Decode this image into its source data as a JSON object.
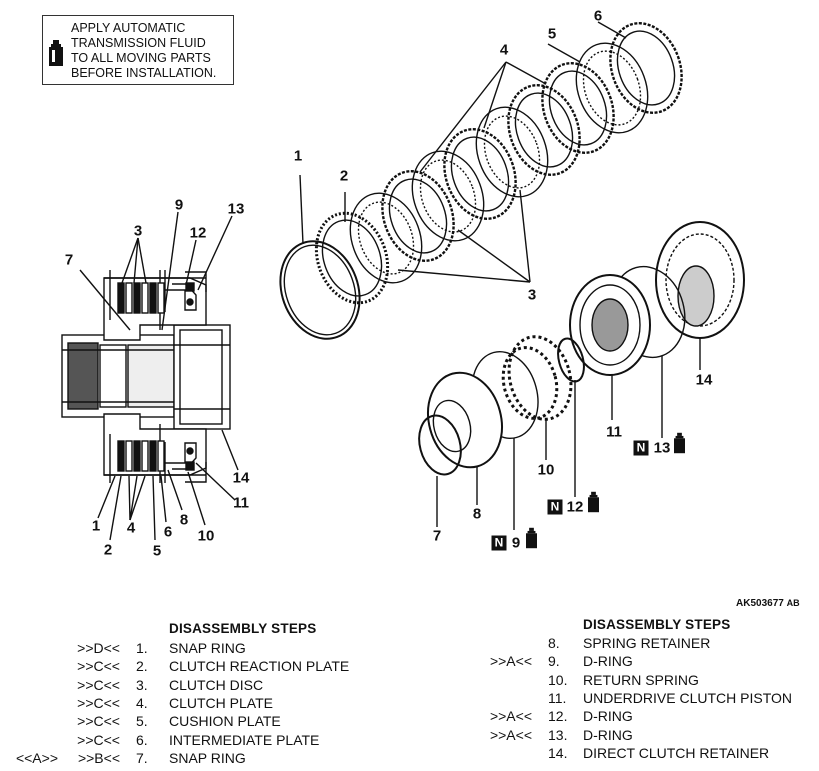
{
  "note": {
    "text": "APPLY AUTOMATIC\nTRANSMISSION FLUID\nTO ALL MOVING PARTS\nBEFORE INSTALLATION.",
    "icon": "fluid-bottle-icon"
  },
  "figure_id": "AK503677",
  "figure_suffix": "AB",
  "callouts": {
    "c1": "1",
    "c2": "2",
    "c3": "3",
    "c4": "4",
    "c5": "5",
    "c6": "6",
    "c7": "7",
    "c8": "8",
    "c9": "9",
    "c10": "10",
    "c11": "11",
    "c12": "12",
    "c13": "13",
    "c14": "14",
    "n_badge": "N"
  },
  "steps_left": {
    "title": "DISASSEMBLY STEPS",
    "items": [
      {
        "mark_a": "",
        "mark_b": ">>D<<",
        "num": "1.",
        "name": "SNAP RING"
      },
      {
        "mark_a": "",
        "mark_b": ">>C<<",
        "num": "2.",
        "name": "CLUTCH REACTION PLATE"
      },
      {
        "mark_a": "",
        "mark_b": ">>C<<",
        "num": "3.",
        "name": "CLUTCH DISC"
      },
      {
        "mark_a": "",
        "mark_b": ">>C<<",
        "num": "4.",
        "name": "CLUTCH PLATE"
      },
      {
        "mark_a": "",
        "mark_b": ">>C<<",
        "num": "5.",
        "name": "CUSHION PLATE"
      },
      {
        "mark_a": "",
        "mark_b": ">>C<<",
        "num": "6.",
        "name": "INTERMEDIATE PLATE"
      },
      {
        "mark_a": "<<A>>",
        "mark_b": ">>B<<",
        "num": "7.",
        "name": "SNAP RING"
      }
    ]
  },
  "steps_right": {
    "title": "DISASSEMBLY STEPS",
    "items": [
      {
        "mark_b": "",
        "num": "8.",
        "name": "SPRING RETAINER"
      },
      {
        "mark_b": ">>A<<",
        "num": "9.",
        "name": "D-RING"
      },
      {
        "mark_b": "",
        "num": "10.",
        "name": "RETURN SPRING"
      },
      {
        "mark_b": "",
        "num": "11.",
        "name": "UNDERDRIVE CLUTCH PISTON"
      },
      {
        "mark_b": ">>A<<",
        "num": "12.",
        "name": "D-RING"
      },
      {
        "mark_b": ">>A<<",
        "num": "13.",
        "name": "D-RING"
      },
      {
        "mark_b": "",
        "num": "14.",
        "name": "DIRECT CLUTCH RETAINER"
      }
    ]
  }
}
